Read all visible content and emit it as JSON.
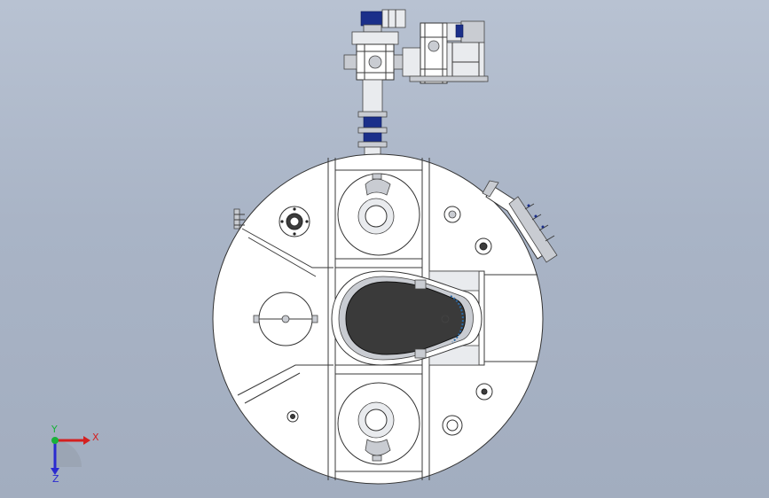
{
  "view": {
    "background_top": "#b8c2d2",
    "background_bottom": "#a2adbf"
  },
  "triad": {
    "x_label": "X",
    "y_label": "Y",
    "z_label": "Z",
    "x_color": "#d42020",
    "y_color": "#19b13a",
    "z_color": "#2a2ad0"
  },
  "icons": {
    "motor": "motor-icon",
    "gearbox": "gearbox-icon",
    "flange": "flange-icon"
  }
}
